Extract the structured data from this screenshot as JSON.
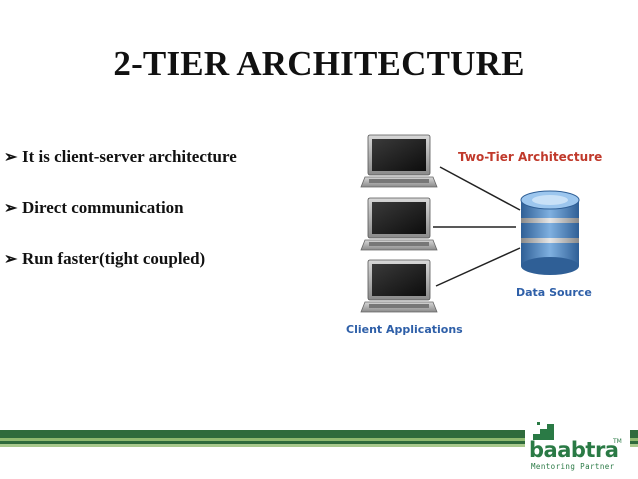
{
  "slide": {
    "title": "2-TIER ARCHITECTURE",
    "bullets": [
      "It is client-server architecture",
      "Direct communication",
      "Run faster(tight coupled)"
    ]
  },
  "diagram": {
    "title": "Two-Tier Architecture",
    "data_source_label": "Data Source",
    "clients_label": "Client Applications",
    "colors": {
      "title": "#c0392b",
      "labels": "#2e5fa8",
      "database": "#4f88c6"
    }
  },
  "logo": {
    "name": "baabtra",
    "trademark": "TM",
    "tagline": "Mentoring Partner",
    "color": "#2a7a45"
  }
}
